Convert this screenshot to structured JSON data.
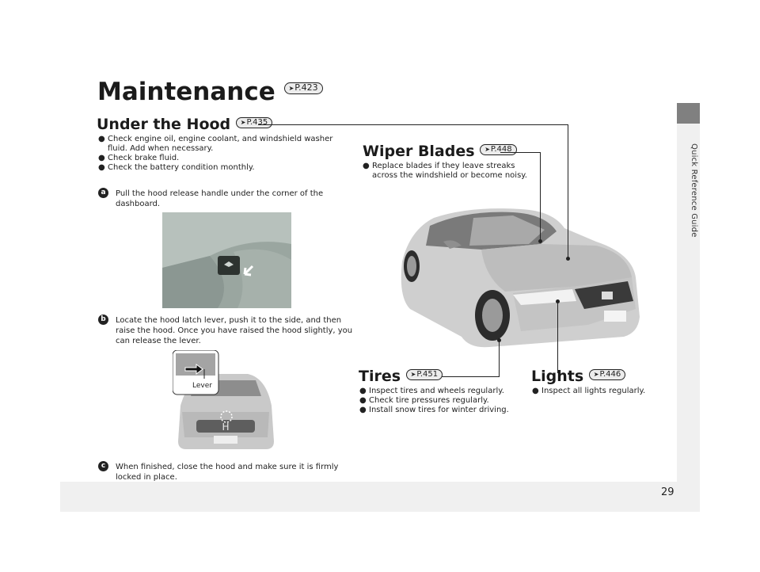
{
  "page": {
    "side_label": "Quick Reference Guide",
    "page_number": "29"
  },
  "main": {
    "title": "Maintenance",
    "title_ref": "P.423"
  },
  "under_hood": {
    "title": "Under the Hood",
    "ref": "P.435",
    "bullets": [
      "Check engine oil, engine coolant, and windshield washer fluid. Add when necessary.",
      "Check brake fluid.",
      "Check the battery condition monthly."
    ],
    "steps": [
      {
        "badge": "a",
        "text": "Pull the hood release handle under the corner of the dashboard."
      },
      {
        "badge": "b",
        "text": "Locate the hood latch lever, push it to the side, and then raise the hood. Once you have raised the hood slightly, you can release the lever."
      },
      {
        "badge": "c",
        "text": "When finished, close the hood and make sure it is firmly locked in place."
      }
    ],
    "lever_label": "Lever"
  },
  "wiper": {
    "title": "Wiper Blades",
    "ref": "P.448",
    "bullets": [
      "Replace blades if they leave streaks across the windshield or become noisy."
    ]
  },
  "tires": {
    "title": "Tires",
    "ref": "P.451",
    "bullets": [
      "Inspect tires and wheels regularly.",
      "Check tire pressures regularly.",
      "Install snow tires for winter driving."
    ]
  },
  "lights": {
    "title": "Lights",
    "ref": "P.446",
    "bullets": [
      "Inspect all lights regularly."
    ]
  },
  "colors": {
    "frame": "#f0f0f0",
    "tab": "#808080",
    "car_body": "#c9c9c9",
    "text": "#222222"
  }
}
